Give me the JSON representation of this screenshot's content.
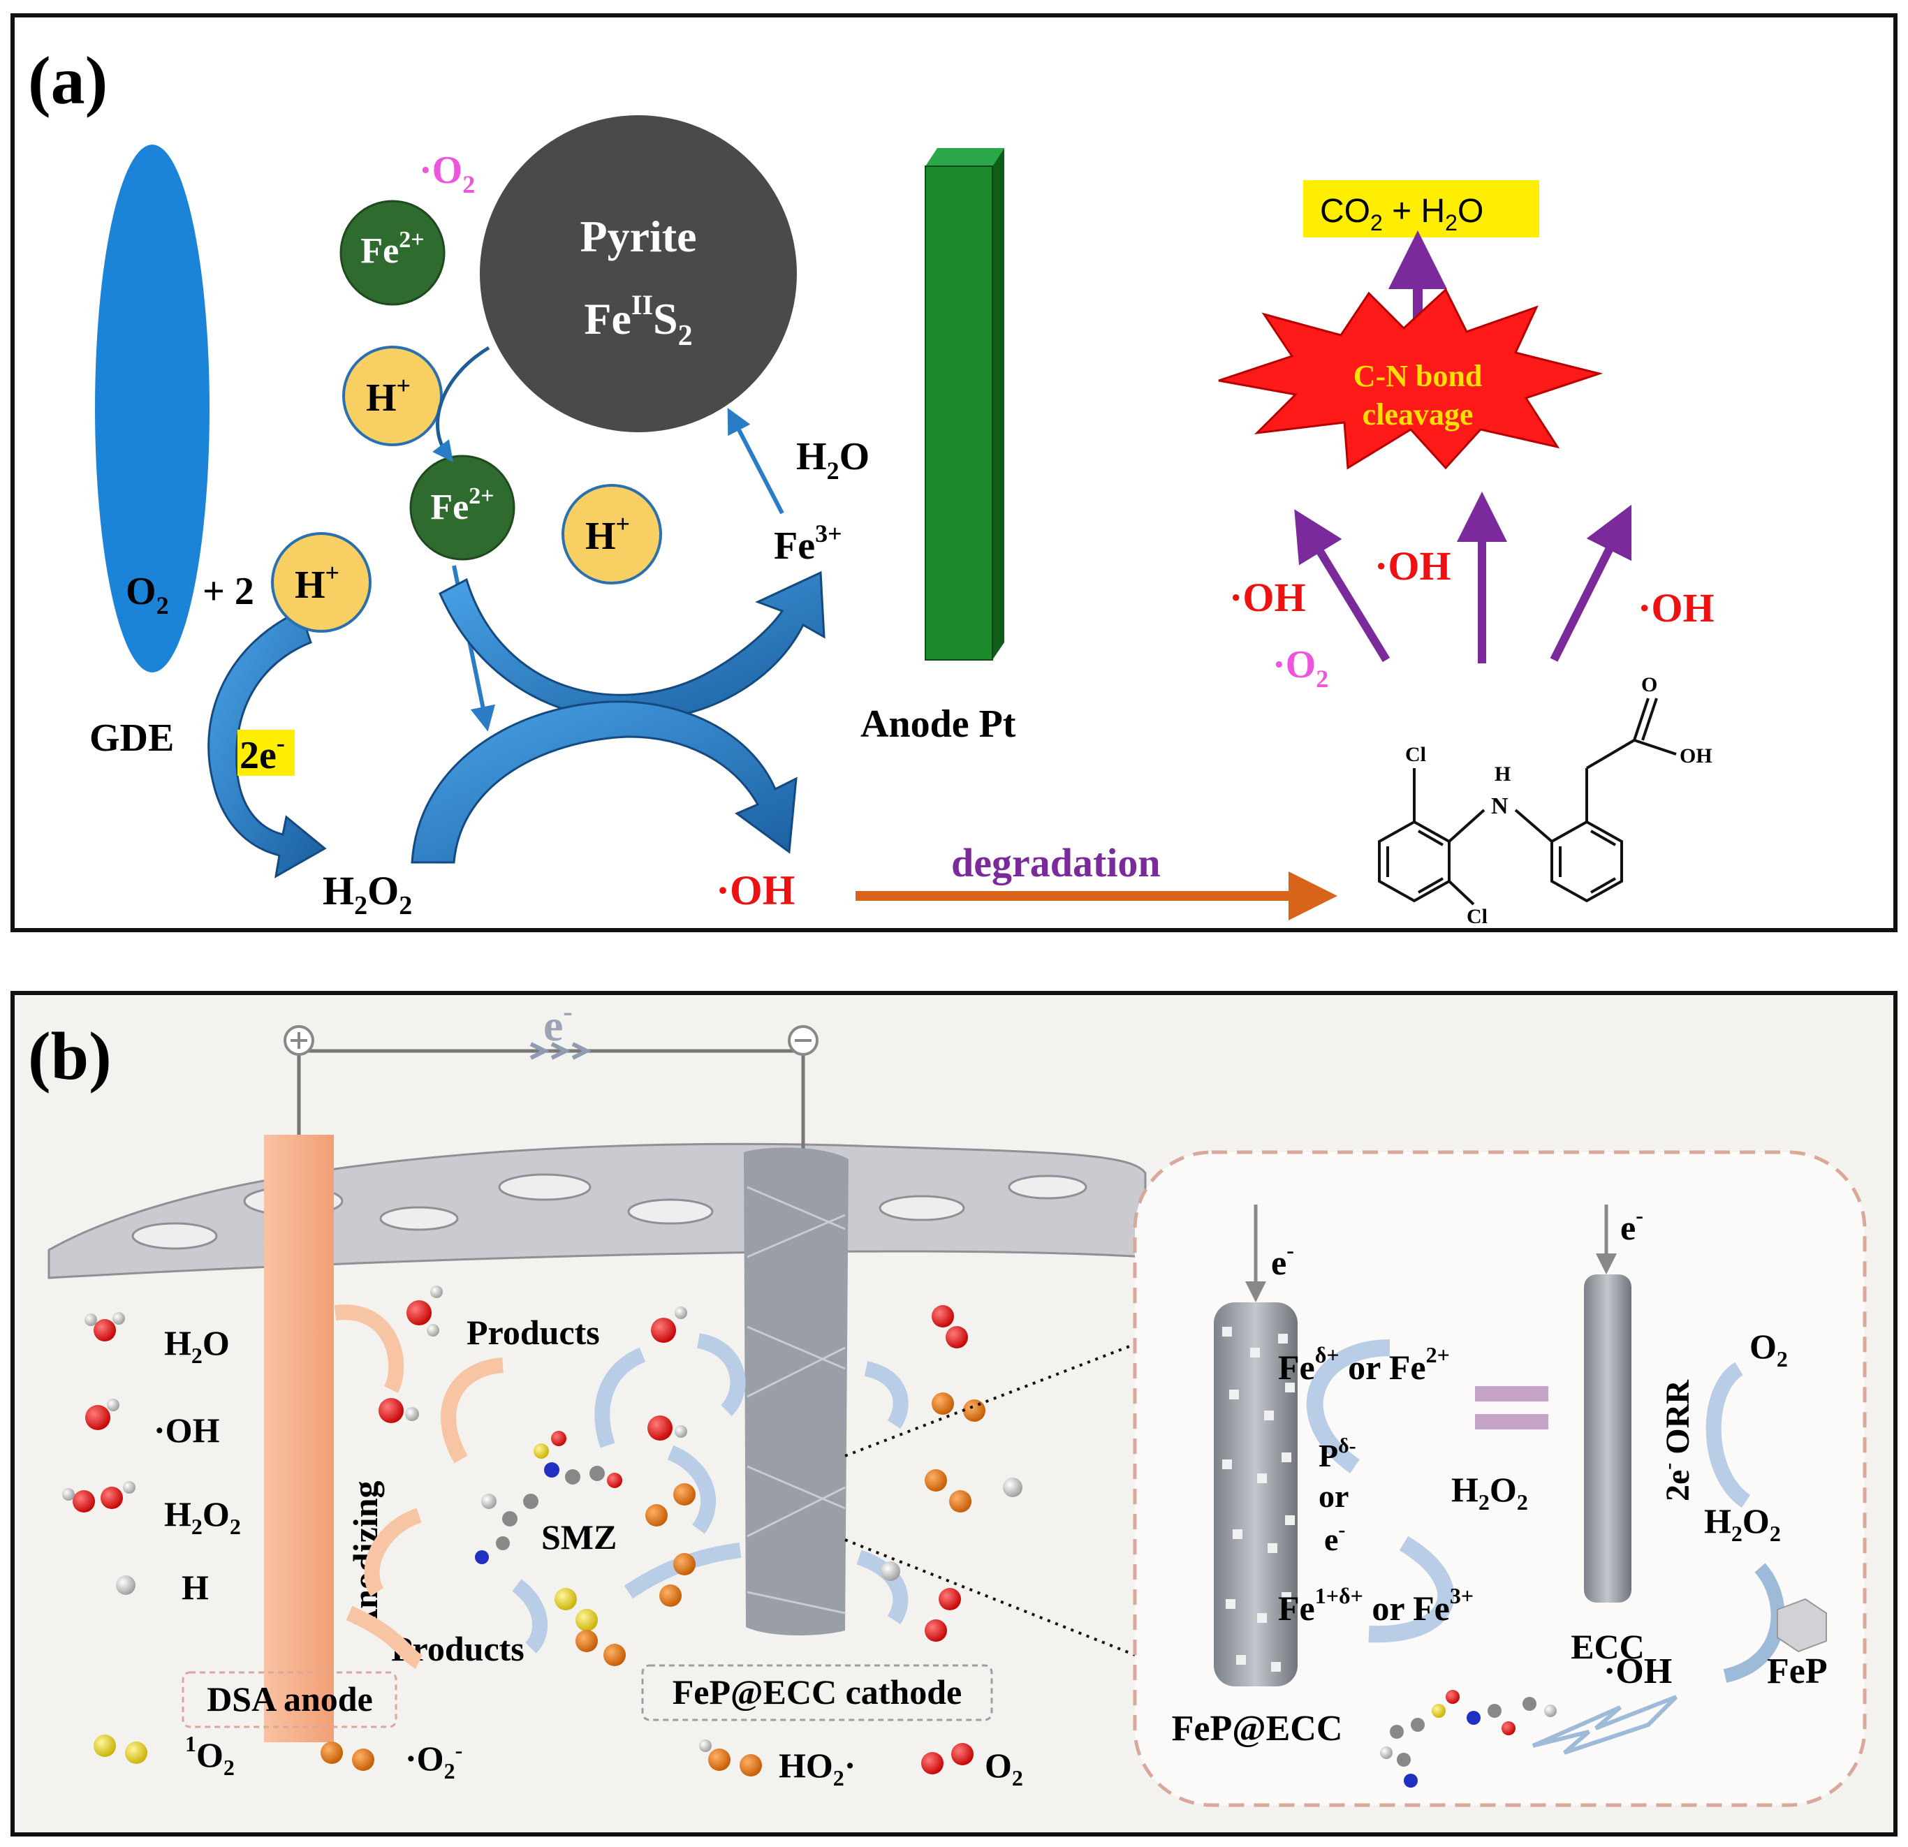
{
  "panel_a": {
    "label": "(a)",
    "o2_radical": "·O",
    "o2_radical_sub": "2",
    "fe2_top": "Fe",
    "fe2_top_sup": "2+",
    "pyrite_line1": "Pyrite",
    "pyrite_fe": "Fe",
    "pyrite_ii": "II",
    "pyrite_s": "S",
    "pyrite_s_sub": "2",
    "hplus_1": "H",
    "hplus_1_sup": "+",
    "fe2_mid": "Fe",
    "fe2_mid_sup": "2+",
    "hplus_2": "H",
    "hplus_2_sup": "+",
    "h2o": "H",
    "h2o_sub": "2",
    "h2o_o": "O",
    "fe3": "Fe",
    "fe3_sup": "3+",
    "o2_left": "O",
    "o2_left_sub": "2",
    "plus2": "+ 2",
    "hplus_3": "H",
    "hplus_3_sup": "+",
    "gde": "GDE",
    "two_e": "2e",
    "two_e_sup": "-",
    "h2o2": "H",
    "h2o2_sub1": "2",
    "h2o2_o": "O",
    "h2o2_sub2": "2",
    "oh_bottom": "·OH",
    "anode_pt": "Anode Pt",
    "degradation": "degradation",
    "co2_box": "CO",
    "co2_sub": "2",
    "co2_rest": " + H",
    "co2_h2o_sub": "2",
    "co2_o": "O",
    "cn_line1": "C-N bond",
    "cn_line2": "cleavage",
    "oh_r1": "·OH",
    "oh_r2": "·OH",
    "oh_r3": "·OH",
    "o2_r": "·O",
    "o2_r_sub": "2",
    "mol_cl1": "Cl",
    "mol_cl2": "Cl",
    "mol_nh_h": "H",
    "mol_nh_n": "N",
    "mol_o": "O",
    "mol_oh": "OH",
    "colors": {
      "border": "#111111",
      "gde": "#1b84d8",
      "pyrite": "#4a4a4a",
      "fe_ion": "#2f6b2f",
      "h_ion": "#f7cf63",
      "anode": "#1a8a2a",
      "arrow_blue": "#2a7cc7",
      "arrow_purple": "#7a2a9a",
      "arrow_orange": "#d8641a",
      "radical_red": "#ee1111",
      "radical_pink": "#ee55dd",
      "star_red": "#ff1a1a",
      "star_text": "#ffe000",
      "highlight_yellow": "#ffee00"
    }
  },
  "panel_b": {
    "label": "(b)",
    "electron": "e",
    "electron_sup": "-",
    "legend_h2o": "H",
    "legend_h2o_sub": "2",
    "legend_h2o_o": "O",
    "legend_oh": "·OH",
    "legend_h2o2": "H",
    "legend_h2o2_sub1": "2",
    "legend_h2o2_o": "O",
    "legend_h2o2_sub2": "2",
    "legend_h": "H",
    "legend_1o2_sup": "1",
    "legend_1o2": "O",
    "legend_1o2_sub": "2",
    "legend_o2rad": "·O",
    "legend_o2rad_sub": "2",
    "legend_o2rad_sup": "-",
    "legend_ho2": "HO",
    "legend_ho2_sub": "2",
    "legend_ho2_dot": "·",
    "legend_o2": "O",
    "legend_o2_sub": "2",
    "products_top": "Products",
    "products_bottom": "Products",
    "anodizing": "Anodizing",
    "smz": "SMZ",
    "dsa_anode": "DSA anode",
    "fep_cathode": "FeP@ECC cathode",
    "inset_e1": "e",
    "inset_e1_sup": "-",
    "inset_e2": "e",
    "inset_e2_sup": "-",
    "fe_delta": "Fe",
    "fe_delta_sup": "δ+",
    "or1": " or ",
    "fe2b": "Fe",
    "fe2b_sup": "2+",
    "p_delta": "P",
    "p_delta_sup": "δ-",
    "or2": "or",
    "e_mid": "e",
    "e_mid_sup": "-",
    "h2o2_inset": "H",
    "h2o2_inset_sub1": "2",
    "h2o2_inset_o": "O",
    "h2o2_inset_sub2": "2",
    "fe_1delta": "Fe",
    "fe_1delta_sup": "1+δ+",
    "or3": " or ",
    "fe3b": "Fe",
    "fe3b_sup": "3+",
    "fep_ecc": "FeP@ECC",
    "ecc": "ECC",
    "o2_inset": "O",
    "o2_inset_sub": "2",
    "orr": "2e",
    "orr_sup": "-",
    "orr_rest": " ORR",
    "h2o2_inset2": "H",
    "h2o2_inset2_sub1": "2",
    "h2o2_inset2_o": "O",
    "h2o2_inset2_sub2": "2",
    "oh_inset": "·OH",
    "fep": "FeP",
    "colors": {
      "bg": "#f4f2ee",
      "anode": "#f6b48f",
      "cathode": "#9a9ea6",
      "dashed": "#d9a89a",
      "atom_red": "#dd1111",
      "atom_white": "#dcdcdc",
      "atom_yellow": "#e8d21a",
      "atom_orange": "#e0780f",
      "arrow_light_blue": "#b9cde6",
      "arrow_light_orange": "#f7c4a4"
    }
  }
}
